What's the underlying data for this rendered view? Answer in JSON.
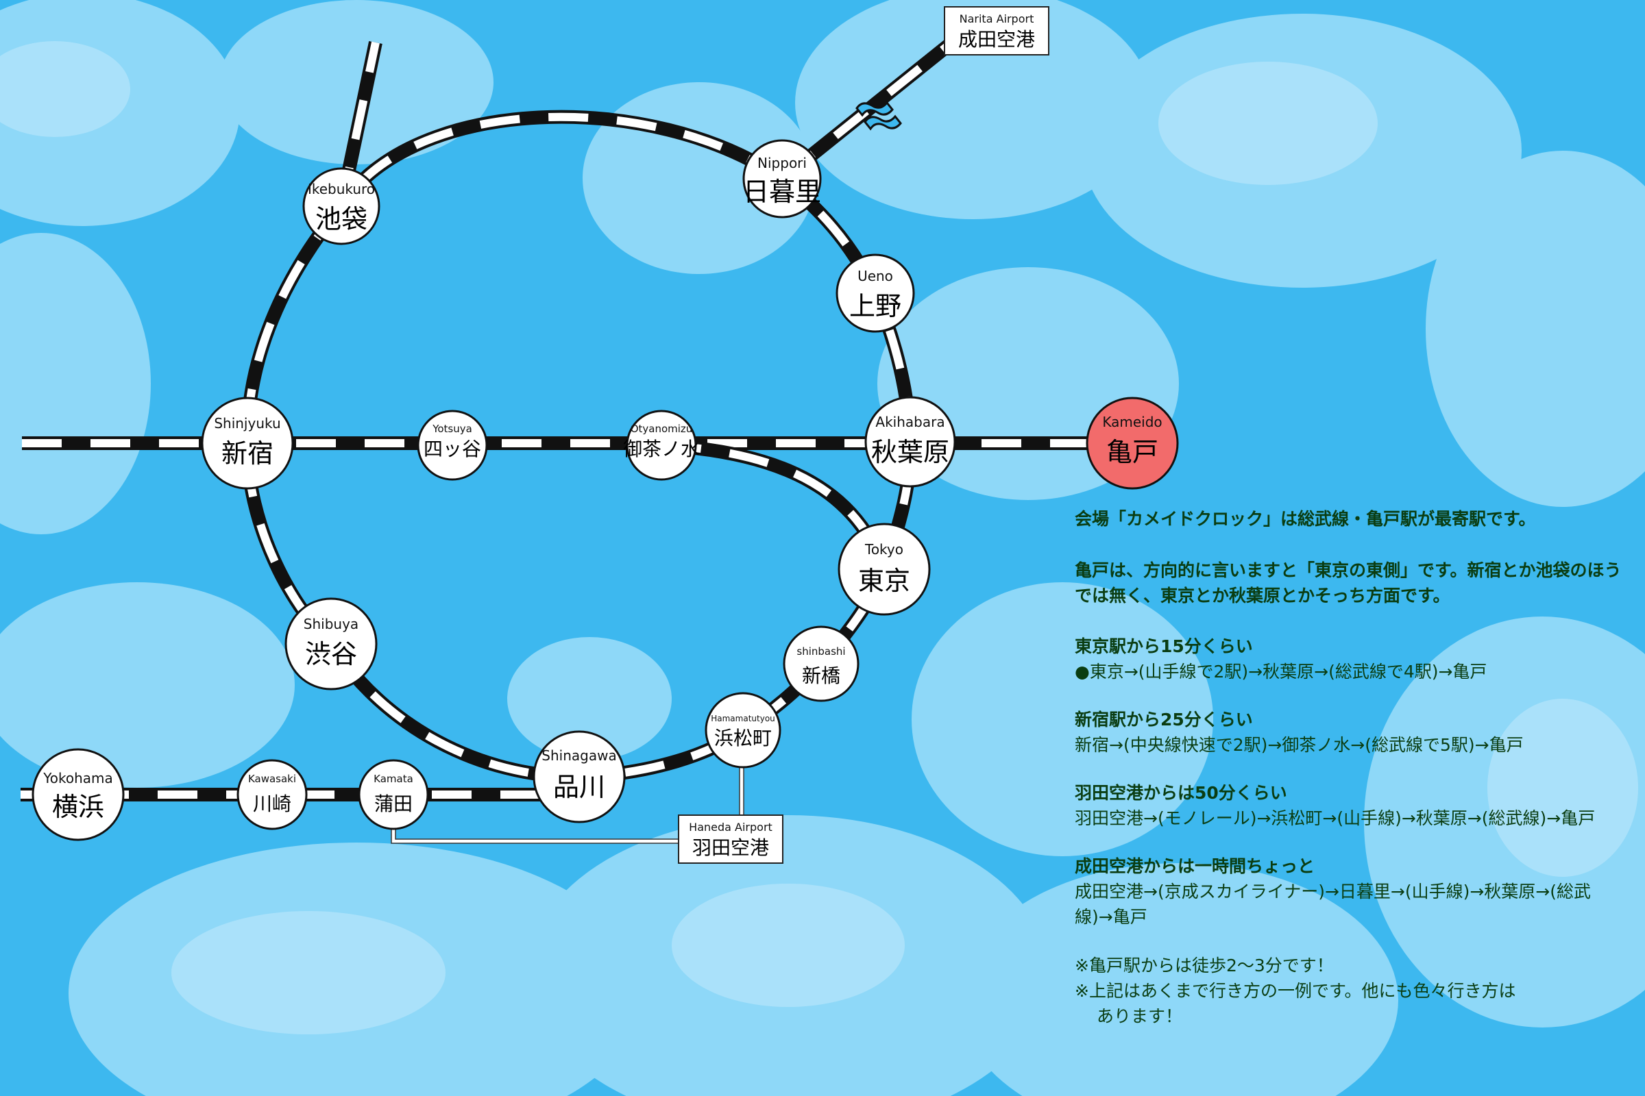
{
  "colors": {
    "sky": "#3db8ef",
    "cloud": "#8ed8f8",
    "track_dark": "#111111",
    "track_light": "#ffffff",
    "station_fill": "#ffffff",
    "kameido_fill": "#f26b6b",
    "text_green": "#0a3d12"
  },
  "stations": {
    "ikebukuro": {
      "en": "Ikebukuro",
      "jp": "池袋"
    },
    "nippori": {
      "en": "Nippori",
      "jp": "日暮里"
    },
    "ueno": {
      "en": "Ueno",
      "jp": "上野"
    },
    "shinjyuku": {
      "en": "Shinjyuku",
      "jp": "新宿"
    },
    "yotsuya": {
      "en": "Yotsuya",
      "jp": "四ッ谷"
    },
    "otyanomizu": {
      "en": "Otyanomizu",
      "jp": "御茶ノ水"
    },
    "akihabara": {
      "en": "Akihabara",
      "jp": "秋葉原"
    },
    "kameido": {
      "en": "Kameido",
      "jp": "亀戸"
    },
    "tokyo": {
      "en": "Tokyo",
      "jp": "東京"
    },
    "shinbashi": {
      "en": "shinbashi",
      "jp": "新橋"
    },
    "shibuya": {
      "en": "Shibuya",
      "jp": "渋谷"
    },
    "hamamatutyou": {
      "en": "Hamamatutyou",
      "jp": "浜松町"
    },
    "shinagawa": {
      "en": "Shinagawa",
      "jp": "品川"
    },
    "yokohama": {
      "en": "Yokohama",
      "jp": "横浜"
    },
    "kawasaki": {
      "en": "Kawasaki",
      "jp": "川崎"
    },
    "kamata": {
      "en": "Kamata",
      "jp": "蒲田"
    }
  },
  "airports": {
    "narita": {
      "en": "Narita Airport",
      "jp": "成田空港"
    },
    "haneda": {
      "en": "Haneda Airport",
      "jp": "羽田空港"
    }
  },
  "info": {
    "lead": "会場「カメイドクロック」は総武線・亀戸駅が最寄駅です。",
    "direction": "亀戸は、方向的に言いますと「東京の東側」です。新宿とか池袋のほうでは無く、東京とか秋葉原とかそっち方面です。",
    "routes": [
      {
        "title": "東京駅から15分くらい",
        "body": "●東京→(山手線で2駅)→秋葉原→(総武線で4駅)→亀戸"
      },
      {
        "title": "新宿駅から25分くらい",
        "body": "新宿→(中央線快速で2駅)→御茶ノ水→(総武線で5駅)→亀戸"
      },
      {
        "title": "羽田空港からは50分くらい",
        "body": "羽田空港→(モノレール)→浜松町→(山手線)→秋葉原→(総武線)→亀戸"
      },
      {
        "title": "成田空港からは一時間ちょっと",
        "body": "成田空港→(京成スカイライナー)→日暮里→(山手線)→秋葉原→(総武線)→亀戸"
      }
    ],
    "note1": "※亀戸駅からは徒歩2〜3分です！",
    "note2": "※上記はあくまで行き方の一例です。他にも色々行き方は",
    "note3": "あります！"
  }
}
